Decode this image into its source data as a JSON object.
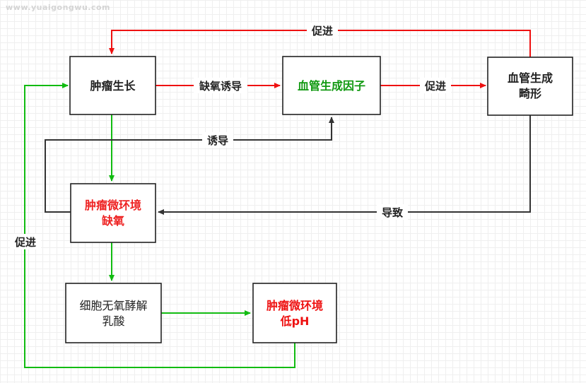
{
  "watermark": "www.yuaigongwu.com",
  "colors": {
    "red": "#ee1111",
    "green": "#11bb11",
    "dark": "#333333",
    "green_text": "#119911",
    "red_text": "#ee2222"
  },
  "nodes": {
    "growth": {
      "lines": [
        "肿瘤生长"
      ]
    },
    "angio_factor": {
      "lines": [
        "血管生成因子"
      ]
    },
    "deformity": {
      "lines": [
        "血管生成",
        "畸形"
      ]
    },
    "hypoxia": {
      "lines": [
        "肿瘤微环境",
        "缺氧"
      ]
    },
    "glycolysis": {
      "lines": [
        "细胞无氧酵解",
        "乳酸"
      ]
    },
    "low_ph": {
      "lines": [
        "肿瘤微环境",
        "低pH"
      ]
    }
  },
  "edges": {
    "hypoxia_induce": "缺氧诱导",
    "promote_mid": "促进",
    "promote_top": "促进",
    "induce": "诱导",
    "cause": "导致",
    "promote_left": "促进"
  }
}
